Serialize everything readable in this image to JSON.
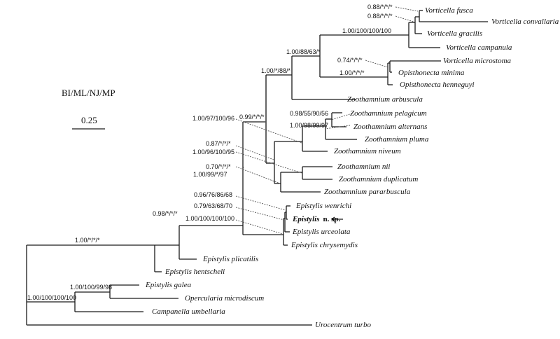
{
  "legend": {
    "methods": "BI/ML/NJ/MP",
    "scale_label": "0.25"
  },
  "taxa": {
    "vorticella_fusca": "Vorticella fusca",
    "vorticella_convallaria": "Vorticella convallaria",
    "vorticella_gracilis": "Vorticella gracilis",
    "vorticella_campanula": "Vorticella campanula",
    "vorticella_microstoma": "Vorticella microstoma",
    "opisthonecta_minima": "Opisthonecta minima",
    "opisthonecta_henneguyi": "Opisthonecta henneguyi",
    "zoothamnium_arbuscula": "Zoothamnium arbuscula",
    "zoothamnium_pelagicum": "Zoothamnium pelagicum",
    "zoothamnium_alternans": "Zoothamnium alternans",
    "zoothamnium_pluma": "Zoothamnium pluma",
    "zoothamnium_niveum": "Zoothamnium niveum",
    "zoothamnium_nii": "Zoothamnium nii",
    "zoothamnium_duplicatum": "Zoothamnium duplicatum",
    "zoothamnium_pararbuscula": "Zoothamnium pararbuscula",
    "epistylis_wenrichi": "Epistylis wenrichi",
    "epistylis_nsp_genus": "Epistylis",
    "epistylis_nsp_suffix": "n. sp.",
    "epistylis_urceolata": "Epistylis urceolata",
    "epistylis_chrysemydis": "Epistylis chrysemydis",
    "epistylis_plicatilis": "Epistylis plicatilis",
    "epistylis_hentscheli": "Epistylis hentscheli",
    "epistylis_galea": "Epistylis galea",
    "opercularia_microdiscum": "Opercularia microdiscum",
    "campanella_umbellaria": "Campanella umbellaria",
    "urocentrum_turbo": "Urocentrum turbo"
  },
  "support": {
    "v_fusca_conv": "0.88/*/*/*",
    "v_fusca_conv_grac": "0.88/*/*/*",
    "vorticella_core": "1.00/100/100/100",
    "vorticella_opisth": "1.00/88/63/*",
    "v_micro_o_minima": "0.74/*/*/*",
    "opisthonecta_clade": "1.00/*/*/*",
    "vort_zarbuscula": "1.00/*/88/*",
    "z_pel_alt": "0.98/55/90/56",
    "z_pel_alt_pluma": "1.00/98/99/97",
    "z_clade_top": "0.99/*/*/*",
    "z_pluma_niveum": "1.00/97/100/96",
    "z_nii_dup_par": "0.87/*/*/*",
    "z_nii_dup": "1.00/96/100/95",
    "z_niveum_par": "0.70/*/*/*",
    "z_epistylis": "1.00/99/*/97",
    "e_wen_nsp": "0.96/76/86/68",
    "e_wen_nsp_urc": "0.79/63/68/70",
    "epistylis_clade": "1.00/100/100/100",
    "plicatilis_clade": "0.98/*/*/*",
    "hentscheli_clade": "1.00/*/*/*",
    "galea_opercularia": "1.00/100/99/98",
    "campanella_clade": "1.00/100/100/100"
  },
  "annotations": {
    "new_species_arrow": "arrow-left"
  }
}
